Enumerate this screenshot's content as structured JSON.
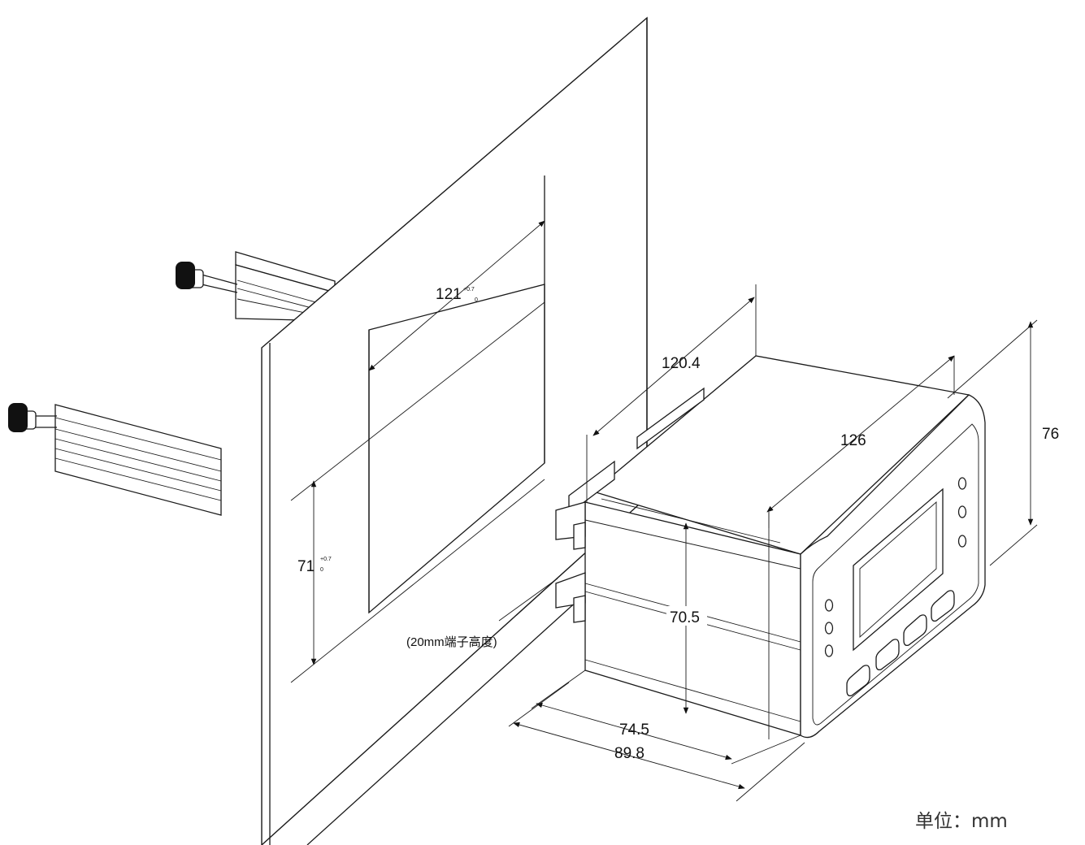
{
  "dimensions": {
    "cutout_width": "121",
    "cutout_width_tol_upper": "+0.7",
    "cutout_width_tol_lower": "0",
    "cutout_height": "71",
    "cutout_height_tol_upper": "+0.7",
    "cutout_height_tol_lower": "0",
    "body_width": "120.4",
    "bezel_width": "126",
    "bezel_height": "76",
    "body_height": "70.5",
    "body_depth": "74.5",
    "total_depth": "89.8"
  },
  "notes": {
    "terminal_height": "(20mm端子高度)"
  },
  "unit_label": "单位：mm",
  "colors": {
    "line": "#1a1a1a",
    "background": "#ffffff",
    "unit_text": "#333333"
  }
}
